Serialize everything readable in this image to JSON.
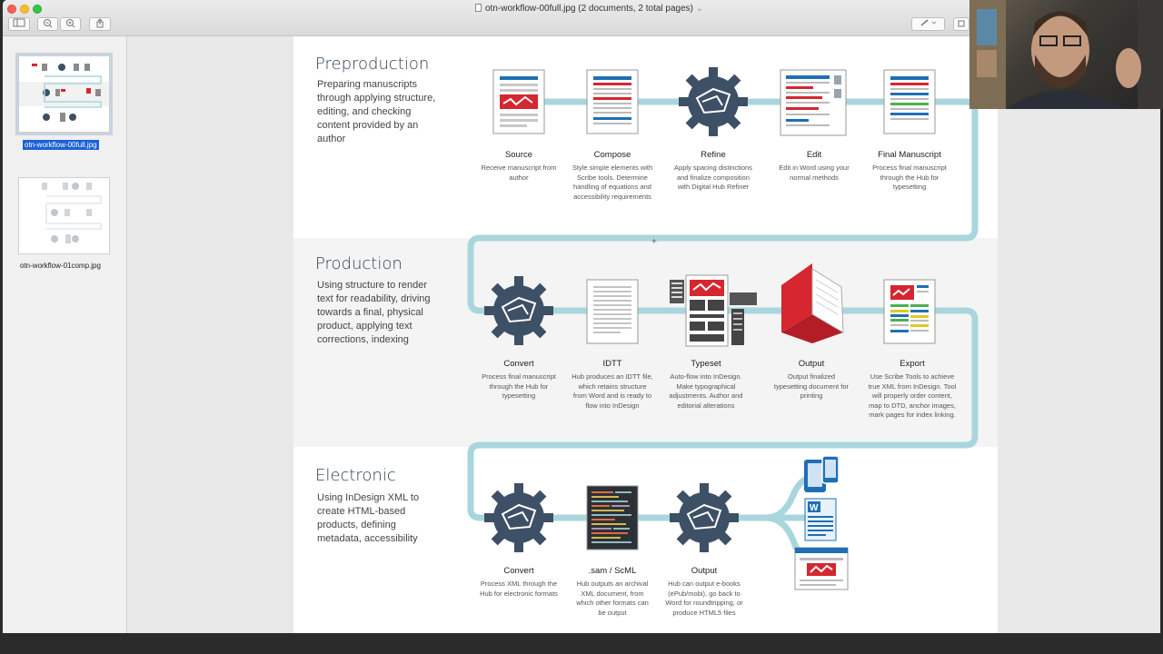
{
  "window": {
    "title": "otn-workflow-00full.jpg (2 documents, 2 total pages)",
    "title_chevron": "⌄"
  },
  "sidebar": {
    "thumbnails": [
      {
        "label": "otn-workflow-00full.jpg",
        "selected": true
      },
      {
        "label": "otn-workflow-01comp.jpg",
        "selected": false
      }
    ]
  },
  "sections": [
    {
      "heading": "Preproduction",
      "description": "Preparing manuscripts through applying structure, editing, and checking content provided by an author",
      "steps": [
        {
          "title": "Source",
          "desc": "Receive manuscript from author",
          "icon": "document-checkmark-icon"
        },
        {
          "title": "Compose",
          "desc": "Style simple elements with Scribe tools. Determine handling of equations and accessibility requirements",
          "icon": "styled-document-icon"
        },
        {
          "title": "Refine",
          "desc": "Apply spacing distinctions and finalize composition with Digital Hub Refiner",
          "icon": "gear-icon"
        },
        {
          "title": "Edit",
          "desc": "Edit in Word using your normal methods",
          "icon": "edit-document-icon"
        },
        {
          "title": "Final Manuscript",
          "desc": "Process final manuscript through the Hub for typesetting",
          "icon": "final-document-icon"
        }
      ]
    },
    {
      "heading": "Production",
      "description": "Using structure to render text for readability, driving towards a final, physical product, applying text corrections, indexing",
      "steps": [
        {
          "title": "Convert",
          "desc": "Process final manuscript through the Hub for typesetting",
          "icon": "gear-icon"
        },
        {
          "title": "IDTT",
          "desc": "Hub produces an IDTT file, which retains structure from Word and is ready to flow into InDesign",
          "icon": "text-file-icon"
        },
        {
          "title": "Typeset",
          "desc": "Auto-flow into InDesign. Make typographical adjustments. Author and editorial alterations",
          "icon": "layout-pages-icon"
        },
        {
          "title": "Output",
          "desc": "Output finalized typesetting document for printing",
          "icon": "book-icon"
        },
        {
          "title": "Export",
          "desc": "Use Scribe Tools to achieve true XML from InDesign. Tool will properly order content, map to DTD, anchor images, mark pages for index linking.",
          "icon": "export-document-icon"
        }
      ]
    },
    {
      "heading": "Electronic",
      "description": "Using InDesign XML to create HTML-based products, defining metadata, accessibility",
      "steps": [
        {
          "title": "Convert",
          "desc": "Process XML through the Hub for electronic formats",
          "icon": "gear-icon"
        },
        {
          "title": ".sam / ScML",
          "desc": "Hub outputs an archival XML document, from which other formats can be output",
          "icon": "code-file-icon"
        },
        {
          "title": "Output",
          "desc": "Hub can output e-books (ePub/mobi), go back to Word for roundtripping, or produce HTML5 files",
          "icon": "gear-icon"
        }
      ],
      "outputs": [
        "devices-icon",
        "word-document-icon",
        "web-page-icon"
      ]
    }
  ],
  "colors": {
    "flow_line": "#a9d6dc",
    "gear": "#3d5066",
    "red_accent": "#d6262f",
    "blue_accent": "#1f6fb5"
  }
}
